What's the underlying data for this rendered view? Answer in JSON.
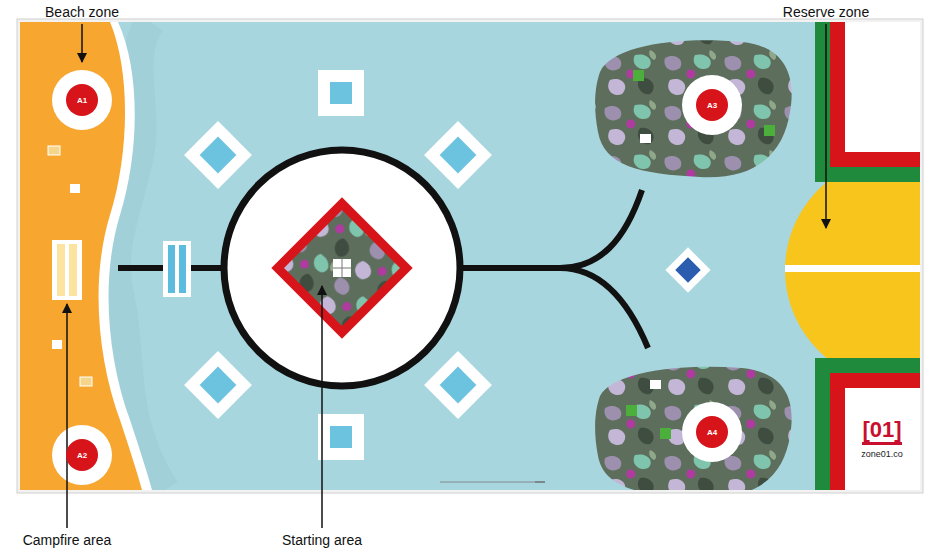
{
  "diagram": {
    "nodes": [
      {
        "text": [
          "A1"
        ]
      },
      {
        "text": [
          "A3"
        ]
      },
      {
        "text": [
          "A2"
        ]
      },
      {
        "text": [
          "A4"
        ]
      }
    ],
    "labels": [
      "Beach zone",
      "Reserve zone",
      "Campfire area",
      "Starting area",
      "[01]",
      "zone01.co"
    ]
  }
}
